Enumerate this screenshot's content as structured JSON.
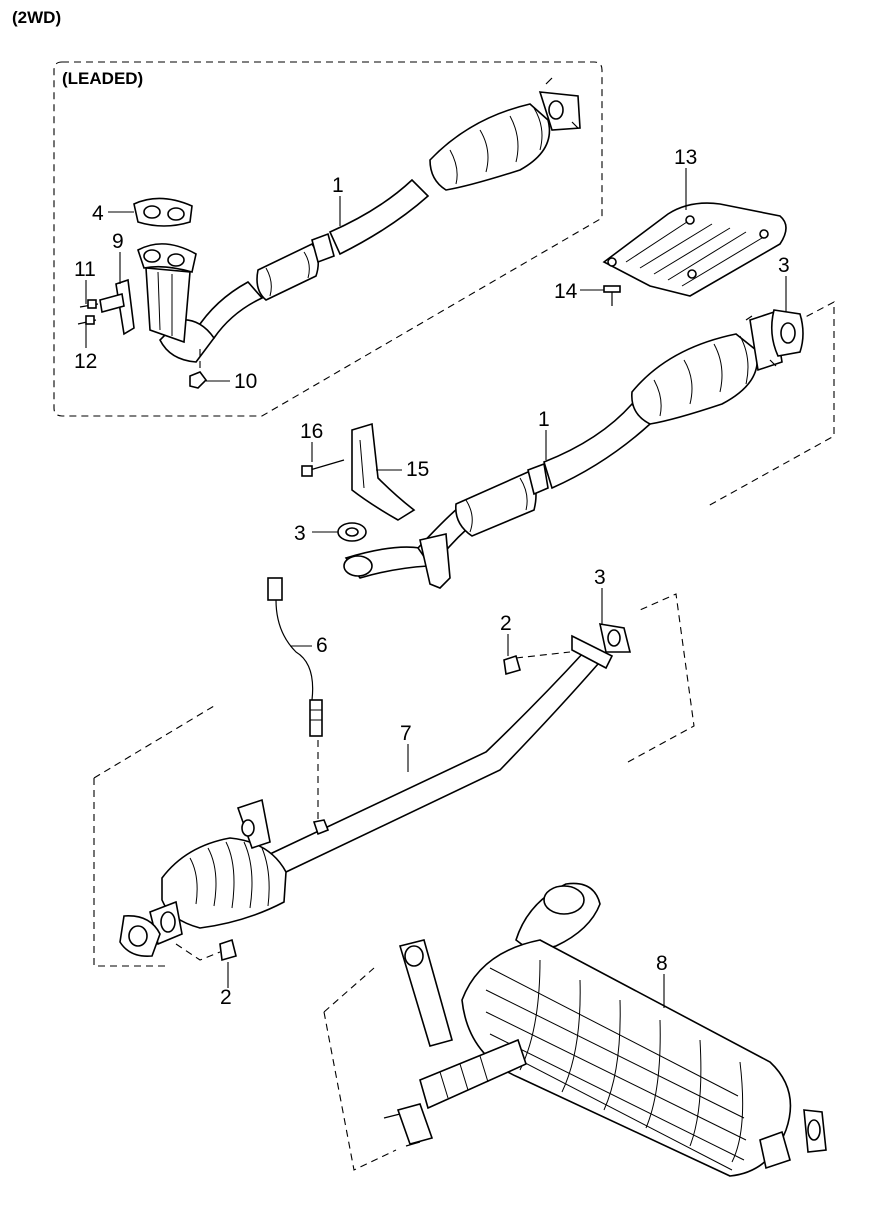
{
  "header": {
    "variant": "(2WD)",
    "box_label": "(LEADED)"
  },
  "callouts": [
    {
      "id": "c1a",
      "text": "1"
    },
    {
      "id": "c4",
      "text": "4"
    },
    {
      "id": "c9",
      "text": "9"
    },
    {
      "id": "c11",
      "text": "11"
    },
    {
      "id": "c12",
      "text": "12"
    },
    {
      "id": "c10",
      "text": "10"
    },
    {
      "id": "c13",
      "text": "13"
    },
    {
      "id": "c14",
      "text": "14"
    },
    {
      "id": "c3a",
      "text": "3"
    },
    {
      "id": "c16",
      "text": "16"
    },
    {
      "id": "c1b",
      "text": "1"
    },
    {
      "id": "c15",
      "text": "15"
    },
    {
      "id": "c3b",
      "text": "3"
    },
    {
      "id": "c6",
      "text": "6"
    },
    {
      "id": "c3c",
      "text": "3"
    },
    {
      "id": "c2a",
      "text": "2"
    },
    {
      "id": "c7",
      "text": "7"
    },
    {
      "id": "c2b",
      "text": "2"
    },
    {
      "id": "c8",
      "text": "8"
    }
  ],
  "parts": [
    {
      "number": "1",
      "icon": "catalytic-converter-pipe-icon"
    },
    {
      "number": "2",
      "icon": "nut-icon"
    },
    {
      "number": "3",
      "icon": "gasket-icon"
    },
    {
      "number": "4",
      "icon": "gasket-icon"
    },
    {
      "number": "6",
      "icon": "oxygen-sensor-icon"
    },
    {
      "number": "7",
      "icon": "center-pipe-icon"
    },
    {
      "number": "8",
      "icon": "muffler-icon"
    },
    {
      "number": "9",
      "icon": "bracket-icon"
    },
    {
      "number": "10",
      "icon": "nut-icon"
    },
    {
      "number": "11",
      "icon": "bolt-icon"
    },
    {
      "number": "12",
      "icon": "bolt-icon"
    },
    {
      "number": "13",
      "icon": "heat-protector-icon"
    },
    {
      "number": "14",
      "icon": "bolt-icon"
    },
    {
      "number": "15",
      "icon": "bracket-icon"
    },
    {
      "number": "16",
      "icon": "bolt-icon"
    }
  ]
}
